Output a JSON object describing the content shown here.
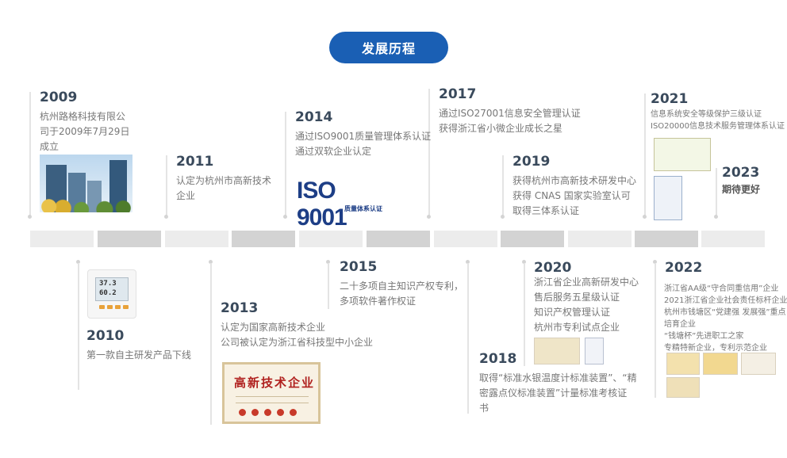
{
  "page": {
    "title": "发展历程"
  },
  "timeline": [
    {
      "year": "2009",
      "lines": [
        "杭州路格科技有限公",
        "司于2009年7月29日",
        "成立"
      ]
    },
    {
      "year": "2010",
      "lines": [
        "第一款自主研发产品下线"
      ]
    },
    {
      "year": "2011",
      "lines": [
        "认定为杭州市高新技术",
        "企业"
      ]
    },
    {
      "year": "2013",
      "lines": [
        "认定为国家高新技术企业",
        "公司被认定为浙江省科技型中小企业"
      ]
    },
    {
      "year": "2014",
      "lines": [
        "通过ISO9001质量管理体系认证",
        "通过双软企业认定"
      ]
    },
    {
      "year": "2015",
      "lines": [
        "二十多项自主知识产权专利，",
        "多项软件著作权证"
      ]
    },
    {
      "year": "2017",
      "lines": [
        "通过ISO27001信息安全管理认证",
        "获得浙江省小微企业成长之星"
      ]
    },
    {
      "year": "2018",
      "lines": [
        "取得“标准水银温度计标准装置”、“精",
        "密露点仪标准装置”计量标准考核证",
        "书"
      ]
    },
    {
      "year": "2019",
      "lines": [
        "获得杭州市高新技术研发中心",
        "获得 CNAS 国家实验室认可",
        "取得三体系认证"
      ]
    },
    {
      "year": "2020",
      "lines": [
        "浙江省企业高新研发中心",
        "售后服务五星级认证",
        "知识产权管理认证",
        "杭州市专利试点企业"
      ]
    },
    {
      "year": "2021",
      "lines": [
        "信息系统安全等级保护三级认证",
        "ISO20000信息技术服务管理体系认证"
      ]
    },
    {
      "year": "2022",
      "lines": [
        "浙江省AA级“守合同重信用”企业",
        "2021浙江省企业社会责任标杆企业",
        "杭州市钱塘区“党建强 发展强”重点",
        "培育企业",
        "“钱塘杯”先进职工之家",
        "专精特新企业，专利示范企业"
      ]
    },
    {
      "year": "2023",
      "lines": [
        "期待更好"
      ]
    }
  ],
  "images": {
    "iso": {
      "brand": "ISO 9001",
      "caption": "质量体系认证"
    },
    "device": {
      "reading1": "37.3",
      "reading2": "60.2"
    },
    "cert": {
      "heading": "高新技术企业"
    }
  },
  "colors": {
    "accent": "#1a5fb4",
    "bar_light": "#ececec",
    "bar_dark": "#d3d3d3"
  }
}
